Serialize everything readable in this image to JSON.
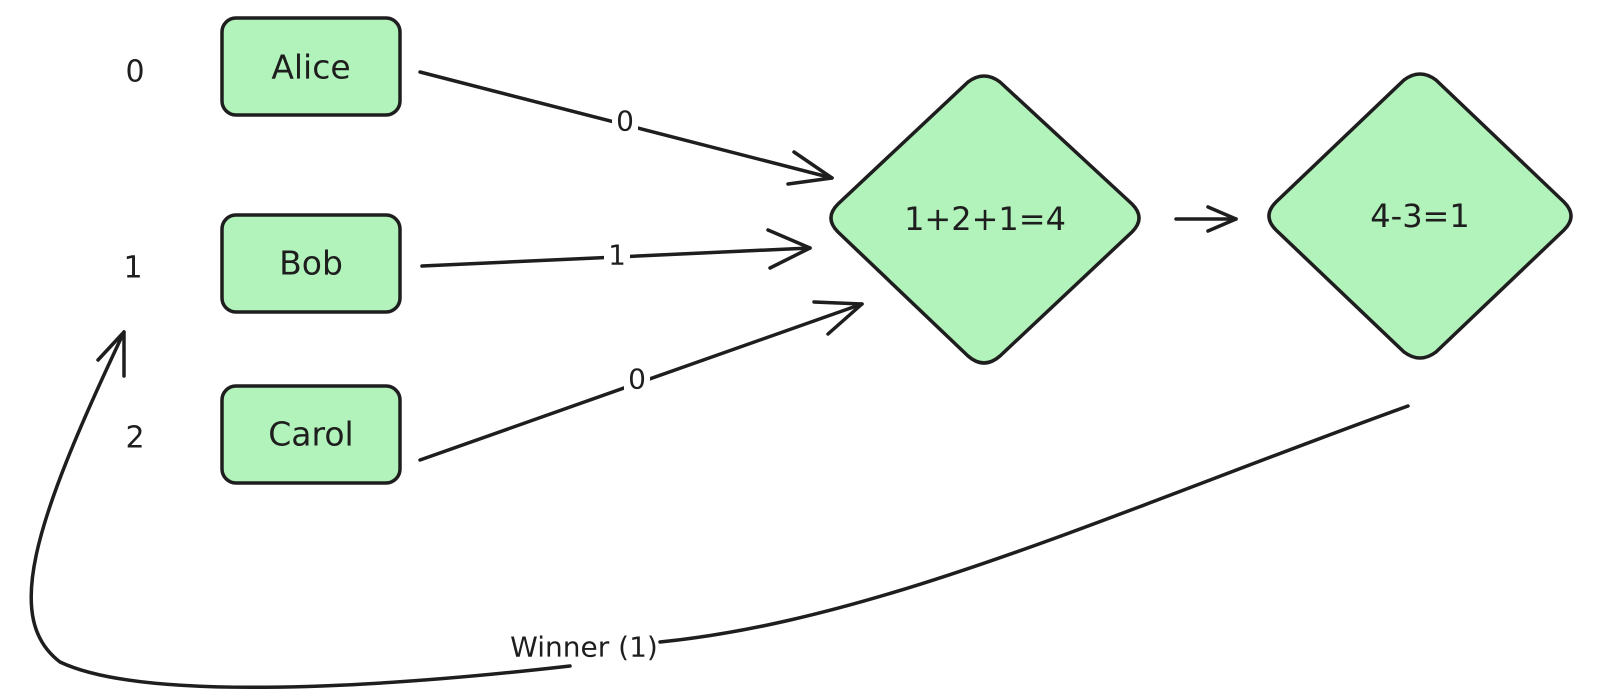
{
  "indices": [
    "0",
    "1",
    "2"
  ],
  "people": [
    "Alice",
    "Bob",
    "Carol"
  ],
  "edge_labels": [
    "0",
    "1",
    "0"
  ],
  "sum_node": "1+2+1=4",
  "result_node": "4-3=1",
  "winner_label": "Winner (1)",
  "colors": {
    "node_fill": "#b2f2bb",
    "stroke": "#1e1e1e"
  }
}
